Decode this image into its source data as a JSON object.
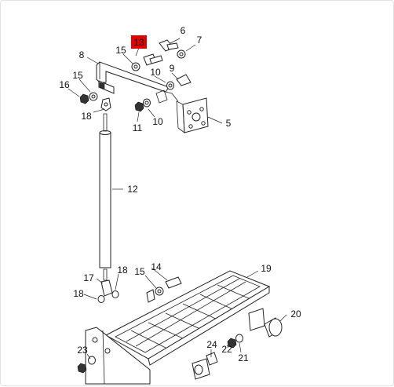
{
  "diagram": {
    "highlight_color": "#e00000",
    "callouts": [
      {
        "id": "c13",
        "text": "13",
        "highlighted": true
      },
      {
        "id": "c6",
        "text": "6"
      },
      {
        "id": "c7",
        "text": "7"
      },
      {
        "id": "c8",
        "text": "8"
      },
      {
        "id": "c15a",
        "text": "15"
      },
      {
        "id": "c15b",
        "text": "15"
      },
      {
        "id": "c16",
        "text": "16"
      },
      {
        "id": "c9",
        "text": "9"
      },
      {
        "id": "c10a",
        "text": "10"
      },
      {
        "id": "c10b",
        "text": "10"
      },
      {
        "id": "c11",
        "text": "11"
      },
      {
        "id": "c18a",
        "text": "18"
      },
      {
        "id": "c5",
        "text": "5"
      },
      {
        "id": "c12",
        "text": "12"
      },
      {
        "id": "c14",
        "text": "14"
      },
      {
        "id": "c15c",
        "text": "15"
      },
      {
        "id": "c19",
        "text": "19"
      },
      {
        "id": "c17",
        "text": "17"
      },
      {
        "id": "c18b",
        "text": "18"
      },
      {
        "id": "c18c",
        "text": "18"
      },
      {
        "id": "c20",
        "text": "20"
      },
      {
        "id": "c24",
        "text": "24"
      },
      {
        "id": "c22",
        "text": "22"
      },
      {
        "id": "c21",
        "text": "21"
      },
      {
        "id": "c23",
        "text": "23"
      }
    ]
  }
}
